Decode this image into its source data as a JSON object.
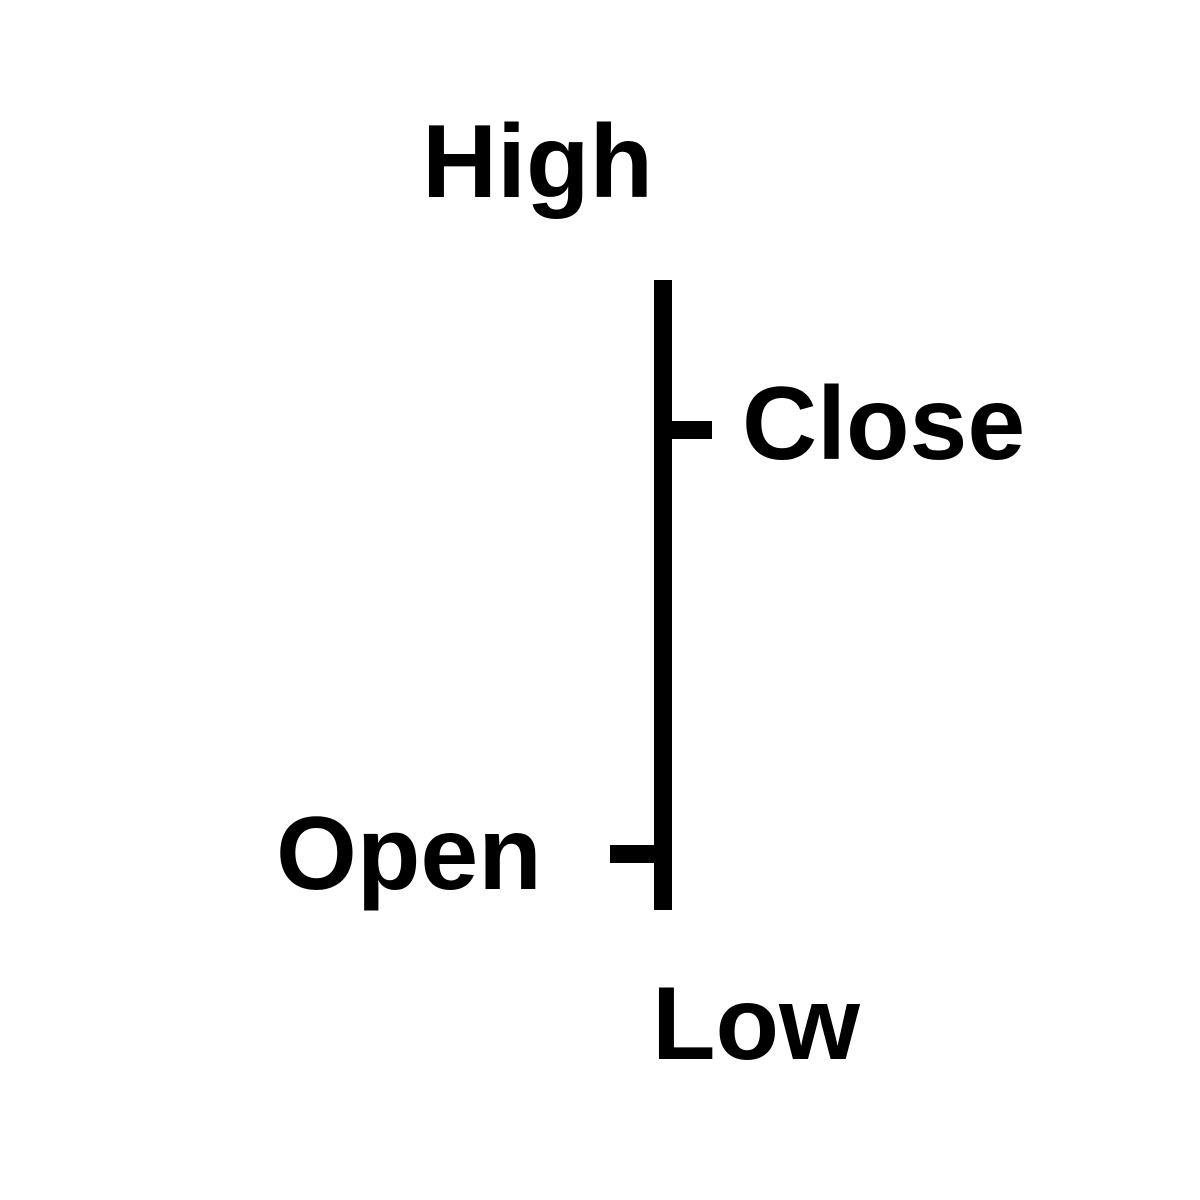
{
  "diagram": {
    "labels": {
      "high": "High",
      "close": "Close",
      "open": "Open",
      "low": "Low"
    },
    "colors": {
      "stroke": "#000000",
      "text": "#000000",
      "background": "#ffffff"
    }
  }
}
